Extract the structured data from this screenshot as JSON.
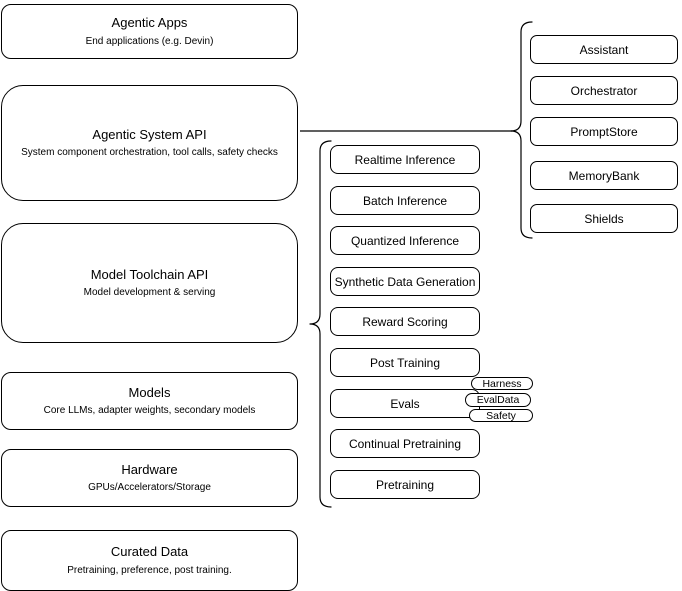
{
  "diagram": {
    "stack": [
      {
        "title": "Agentic Apps",
        "subtitle": "End applications (e.g. Devin)"
      },
      {
        "title": "Agentic System API",
        "subtitle": "System component orchestration, tool calls, safety checks"
      },
      {
        "title": "Model Toolchain API",
        "subtitle": "Model development & serving"
      },
      {
        "title": "Models",
        "subtitle": "Core LLMs, adapter weights, secondary models"
      },
      {
        "title": "Hardware",
        "subtitle": "GPUs/Accelerators/Storage"
      },
      {
        "title": "Curated Data",
        "subtitle": "Pretraining, preference, post training."
      }
    ],
    "toolchain_items": [
      "Realtime Inference",
      "Batch Inference",
      "Quantized Inference",
      "Synthetic Data Generation",
      "Reward Scoring",
      "Post Training",
      "Evals",
      "Continual Pretraining",
      "Pretraining"
    ],
    "evals_tags": [
      "Harness",
      "EvalData",
      "Safety"
    ],
    "system_components": [
      "Assistant",
      "Orchestrator",
      "PromptStore",
      "MemoryBank",
      "Shields"
    ],
    "colors": {
      "stroke": "#000000",
      "fill": "#ffffff",
      "text": "#000000",
      "background": "#ffffff"
    }
  }
}
